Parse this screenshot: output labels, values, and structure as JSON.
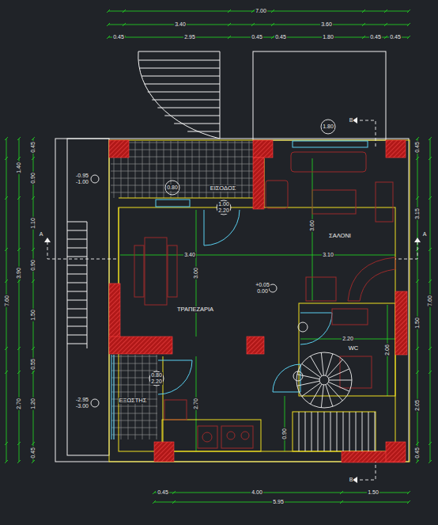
{
  "diagram": {
    "labels": [
      "7.00",
      "3.40",
      "3.60",
      "0.45",
      "2.95",
      "0.45",
      "0.45",
      "1.80",
      "0.45",
      "0.45",
      "7.60",
      "1.40",
      "3.90",
      "2.70",
      "0.45",
      "0.90",
      "1.10",
      "0.90",
      "1.50",
      "0.55",
      "1.20",
      "0.45",
      "0.45",
      "3.15",
      "1.50",
      "2.05",
      "0.45",
      "7.60",
      "0.45",
      "4.00",
      "1.50",
      "5.95",
      "3.40",
      "3.10",
      "3.00",
      "2.70",
      "3.60",
      "2.20",
      "2.06",
      "0.90",
      "-0.95",
      "-1.00",
      "0.80",
      "1.80",
      "1.00",
      "2.20",
      "+0.05",
      "0.00",
      "0.80",
      "2.20",
      "-2.95",
      "-3.00",
      "ΕΙΣΟΔΟΣ",
      "ΣΑΛΟΝΙ",
      "ΤΡΑΠΕΖΑΡΙΑ",
      "WC",
      "ΕΞΩΣΤΗΣ",
      "B",
      "A",
      "A",
      "B"
    ]
  }
}
